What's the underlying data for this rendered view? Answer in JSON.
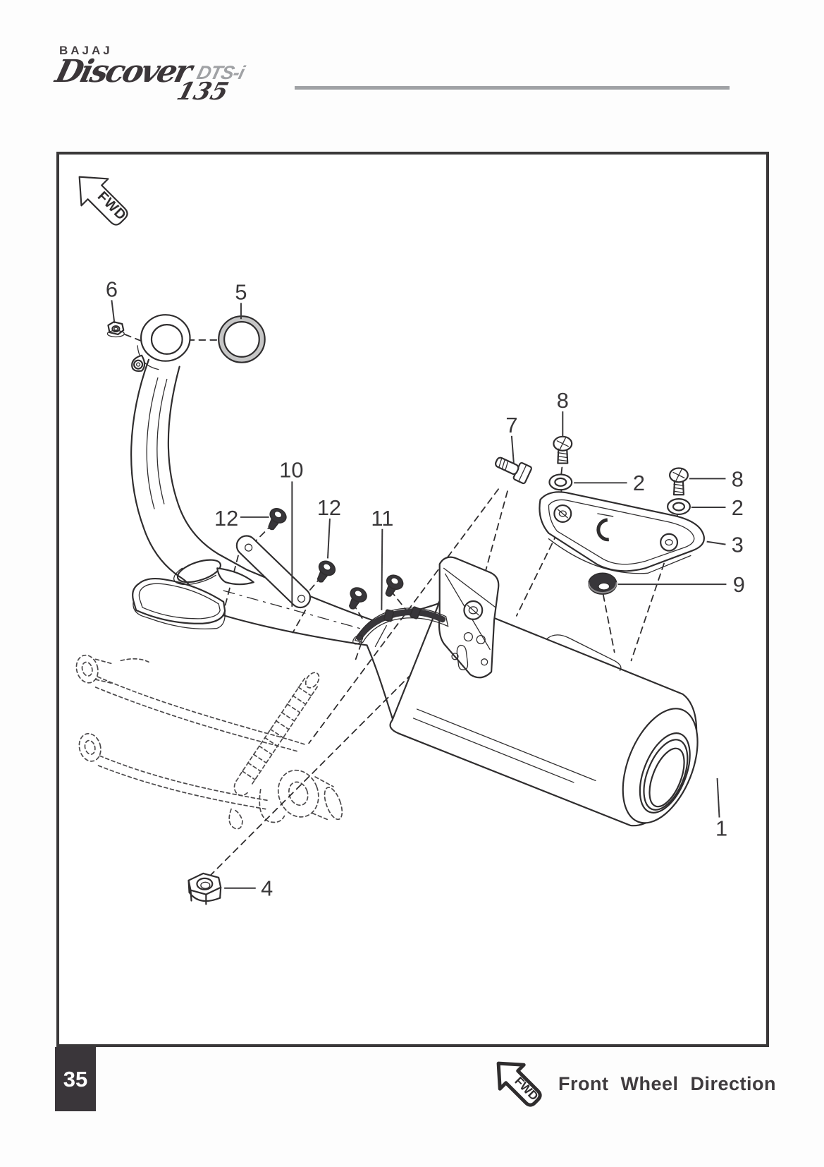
{
  "brand": {
    "manufacturer": "BAJAJ",
    "model": "Discover",
    "variant": "DTS-i",
    "displacement": "135"
  },
  "diagram": {
    "fwd_label": "FWD",
    "callouts": [
      "6",
      "5",
      "10",
      "12",
      "12",
      "11",
      "7",
      "8",
      "2",
      "8",
      "2",
      "3",
      "9",
      "1",
      "4"
    ]
  },
  "footer": {
    "page_number": "35",
    "fwd_label": "FWD",
    "caption": "Front Wheel Direction"
  },
  "colors": {
    "ink": "#2f2d2e",
    "label": "#393739",
    "accent_gray": "#a0a2a5",
    "page_box": "#3a363a",
    "gasket_fill": "#c6c6c6",
    "dark_part": "#38363a"
  }
}
